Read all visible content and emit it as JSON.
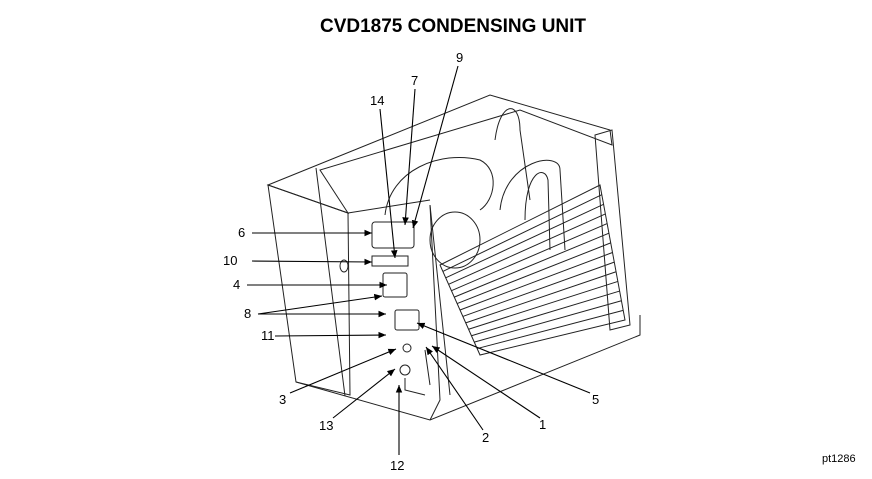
{
  "title": "CVD1875 CONDENSING UNIT",
  "reference": "pt1286",
  "callouts": [
    "1",
    "2",
    "3",
    "4",
    "5",
    "6",
    "7",
    "8",
    "9",
    "10",
    "11",
    "12",
    "13",
    "14"
  ]
}
